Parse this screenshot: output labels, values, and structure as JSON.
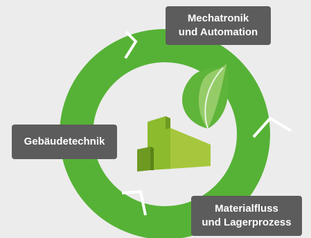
{
  "diagram": {
    "colors": {
      "ring": "#56b236",
      "background": "#ececec",
      "label_bg": "#5c5c5c",
      "label_text": "#ffffff",
      "building_light": "#a6c73d",
      "building_mid": "#8cbb2d",
      "building_dark": "#6e9a22",
      "leaf": "#5fb43a",
      "leaf_light": "#a7d478"
    },
    "icon": "factory-with-leaf-icon",
    "labels": [
      {
        "line1": "Mechatronik",
        "line2": "und Automation"
      },
      {
        "line1": "Gebäudetechnik",
        "line2": ""
      },
      {
        "line1": "Materialfluss",
        "line2": "und Lagerprozess"
      }
    ]
  }
}
